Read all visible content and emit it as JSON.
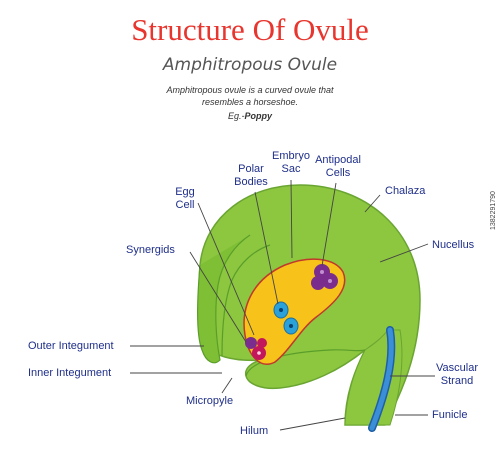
{
  "header": {
    "title": "Structure Of Ovule",
    "subtitle": "Amphitropous Ovule",
    "description_line1": "Amphitropous ovule is a curved ovule that",
    "description_line2": "resembles a horseshoe.",
    "example_prefix": "Eg.-",
    "example_value": "Poppy"
  },
  "labels": {
    "egg_cell_1": "Egg",
    "egg_cell_2": "Cell",
    "polar_bodies_1": "Polar",
    "polar_bodies_2": "Bodies",
    "embryo_sac_1": "Embryo",
    "embryo_sac_2": "Sac",
    "antipodal_1": "Antipodal",
    "antipodal_2": "Cells",
    "chalaza": "Chalaza",
    "synergids": "Synergids",
    "nucellus": "Nucellus",
    "outer_integument": "Outer Integument",
    "inner_integument": "Inner Integument",
    "micropyle": "Micropyle",
    "vascular_strand_1": "Vascular",
    "vascular_strand_2": "Strand",
    "funicle": "Funicle",
    "hilum": "Hilum"
  },
  "side_text": "1382291790",
  "colors": {
    "title": "#e8352e",
    "label": "#1f2f8a",
    "ovule_green": "#8dc63f",
    "ovule_dark": "#5a9e2a",
    "embryo_sac": "#f7c21a",
    "embryo_sac_border": "#c0392b",
    "polar_body": "#2aa1d8",
    "antipodal": "#7b2d8e",
    "synergid": "#c2185b",
    "vascular": "#3a8fd6"
  }
}
